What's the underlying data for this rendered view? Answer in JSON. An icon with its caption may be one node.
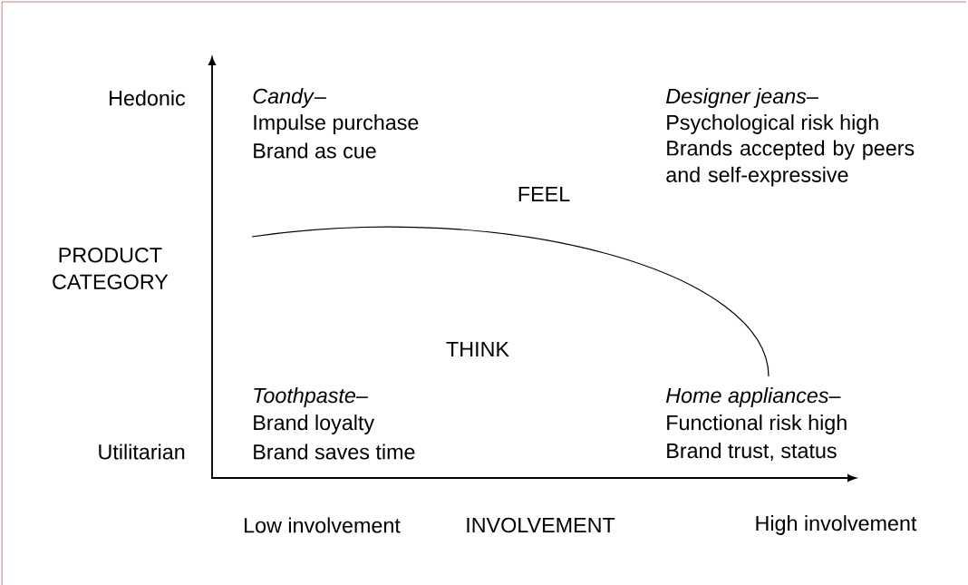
{
  "diagram": {
    "labels": [
      "Hedonic",
      "*Candy*–",
      "*Designer jeans*–",
      "Impulse purchase",
      "Psychological risk high",
      "Brand as cue",
      "Brands accepted by peers and self-expressive",
      "FEEL",
      "PRODUCT CATEGORY",
      "THINK",
      "*Toothpaste*–",
      "*Home appliances*–",
      "Brand loyalty",
      "Functional risk high",
      "Utilitarian",
      "Brand saves time",
      "Brand trust, status",
      "Low involvement",
      "INVOLVEMENT",
      "High involvement"
    ]
  }
}
